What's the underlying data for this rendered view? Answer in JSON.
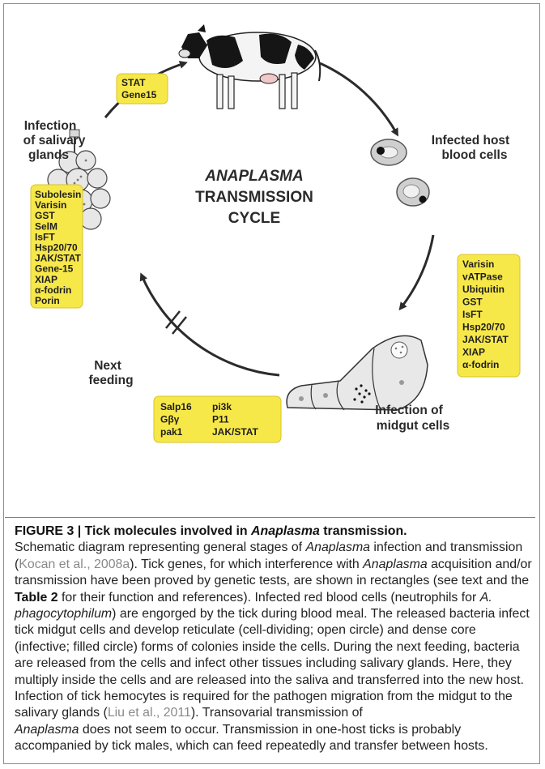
{
  "diagram": {
    "center_title": [
      "ANAPLASMA",
      "TRANSMISSION",
      "CYCLE"
    ],
    "labels": {
      "infected_host": [
        "Infected host",
        "blood cells"
      ],
      "salivary": [
        "Infection",
        "of salivary",
        "glands"
      ],
      "midgut": [
        "Infection of",
        "midgut cells"
      ],
      "next_feeding": [
        "Next",
        "feeding"
      ]
    },
    "boxes": {
      "top": [
        "STAT",
        "Gene15"
      ],
      "salivary": [
        "Subolesin",
        "Varisin",
        "GST",
        "SelM",
        "IsFT",
        "Hsp20/70",
        "JAK/STAT",
        "Gene-15",
        "XIAP",
        "α-fodrin",
        "Porin"
      ],
      "midgut": [
        "Varisin",
        "vATPase",
        "Ubiquitin",
        "GST",
        "IsFT",
        "Hsp20/70",
        "JAK/STAT",
        "XIAP",
        "α-fodrin"
      ],
      "feeding_col1": [
        "Salp16",
        "Gβγ",
        "pak1"
      ],
      "feeding_col2": [
        "pi3k",
        "P11",
        "JAK/STAT"
      ]
    },
    "colors": {
      "box_fill": "#f7e84a",
      "box_stroke": "#d8c22a",
      "arrow": "#2b2b2b",
      "cow_black": "#151515"
    }
  },
  "caption": {
    "label_prefix": "FIGURE 3 | Tick molecules involved in ",
    "label_italic": "Anaplasma",
    "label_suffix": " transmission.",
    "s1": "Schematic diagram representing general stages of ",
    "s1_it": "Anaplasma",
    "s2": " infection and transmission (",
    "ref1": "Kocan et al., 2008a",
    "s3": "). Tick genes, for which interference with ",
    "s3_it": "Anaplasma",
    "s4": " acquisition and/or transmission have been proved by genetic tests, are shown in rectangles (see text and the ",
    "table_ref": "Table 2",
    "s5": " for their function and references). Infected red blood cells (neutrophils for ",
    "s5_it1": "A.",
    "s5_it2": "phagocytophilum",
    "s6": ") are engorged by the tick during blood meal. The released bacteria infect tick midgut cells and develop reticulate (cell-dividing; open circle) and dense core (infective; filled circle) forms of colonies inside the cells. During the next feeding, bacteria are released from the cells and infect other tissues including salivary glands. Here, they multiply inside the cells and are released into the saliva and transferred into the new host. Infection of tick hemocytes is required for the pathogen migration from the midgut to the salivary glands (",
    "ref2": "Liu et al., 2011",
    "s7": "). Transovarial transmission of ",
    "s7_it": "Anaplasma",
    "s8": " does not seem to occur. Transmission in one-host ticks is probably accompanied by tick males, which can feed repeatedly and transfer between hosts."
  }
}
